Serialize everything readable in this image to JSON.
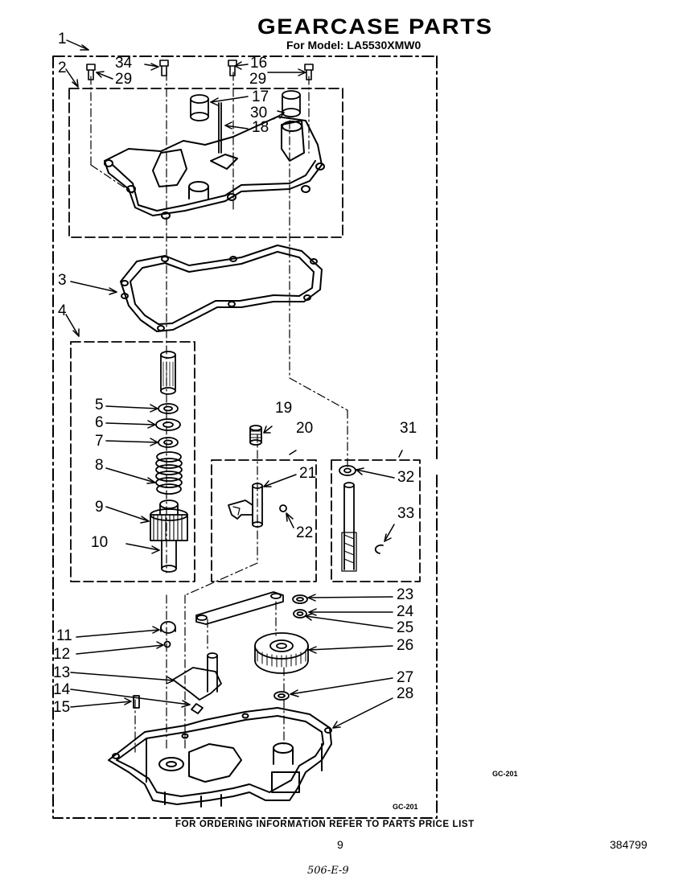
{
  "header": {
    "title": "GEARCASE PARTS",
    "model_line": "For Model: LA5530XMW0"
  },
  "callouts": {
    "c1": "1",
    "c2": "2",
    "c3": "3",
    "c4": "4",
    "c5": "5",
    "c6": "6",
    "c7": "7",
    "c8": "8",
    "c9": "9",
    "c10": "10",
    "c11": "11",
    "c12": "12",
    "c13": "13",
    "c14": "14",
    "c15": "15",
    "c16": "16",
    "c17": "17",
    "c18": "18",
    "c19": "19",
    "c20": "20",
    "c21": "21",
    "c22": "22",
    "c23": "23",
    "c24": "24",
    "c25": "25",
    "c26": "26",
    "c27": "27",
    "c28": "28",
    "c29a": "29",
    "c29b": "29",
    "c30": "30",
    "c31": "31",
    "c32": "32",
    "c33": "33",
    "c34": "34"
  },
  "drawing_codes": {
    "gc_right": "GC-201",
    "gc_bottom": "GC-201"
  },
  "footer": {
    "note": "FOR ORDERING INFORMATION REFER TO PARTS PRICE LIST",
    "page_number": "9",
    "document_number": "384799",
    "handwritten": "506-E-9"
  }
}
